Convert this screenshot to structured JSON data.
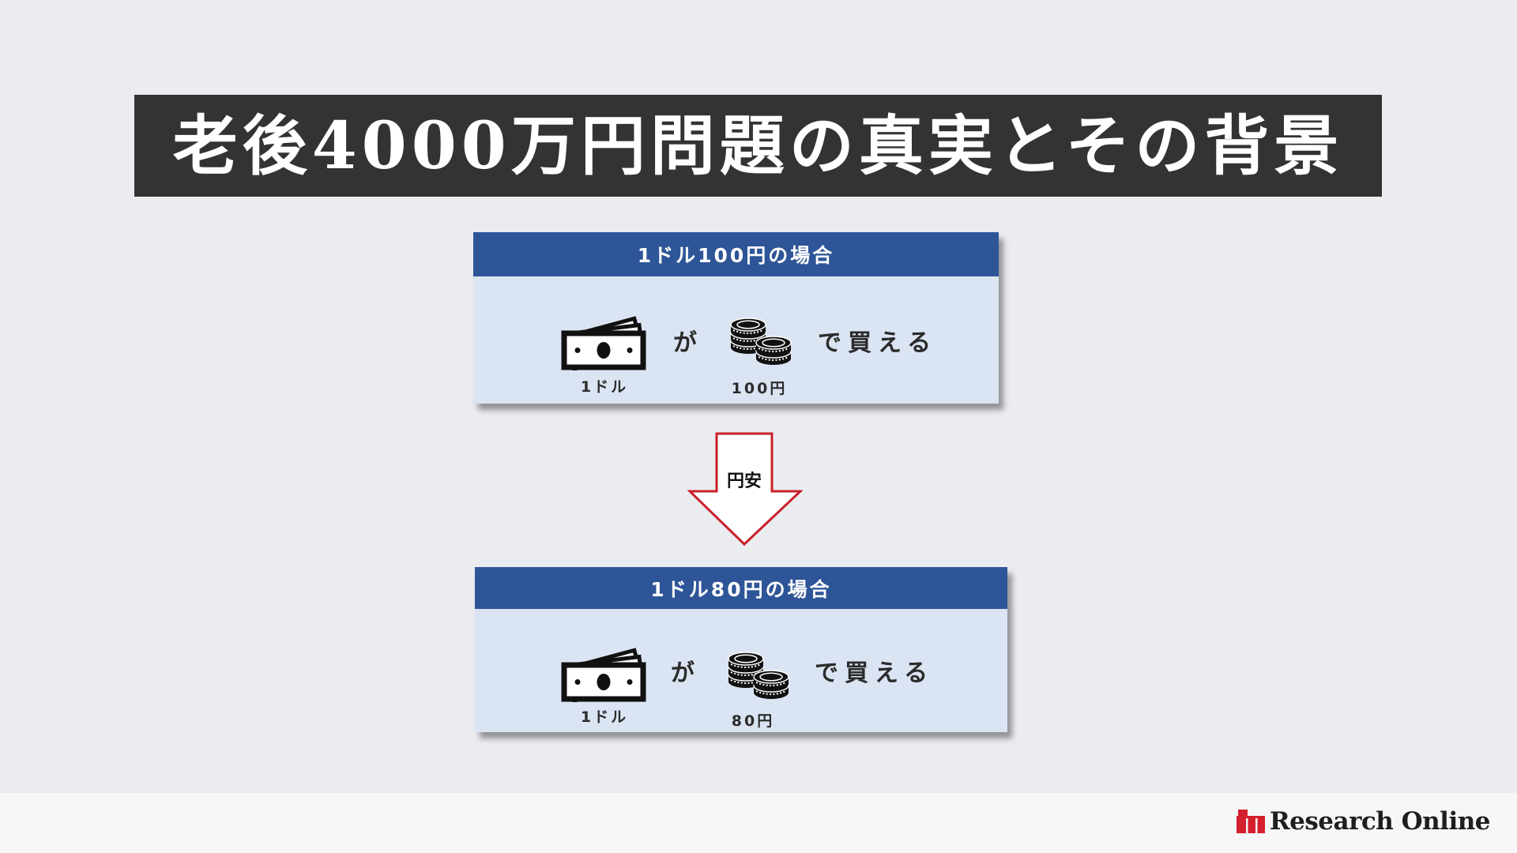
{
  "title": "老後4000万円問題の真実とその背景",
  "cards": [
    {
      "header": "1ドル100円の場合",
      "connector": "が",
      "suffix": "で買える",
      "bill_label": "1ドル",
      "coin_label": "100円"
    },
    {
      "header": "1ドル80円の場合",
      "connector": "が",
      "suffix": "で買える",
      "bill_label": "1ドル",
      "coin_label": "80円"
    }
  ],
  "arrow": {
    "label": "円安",
    "direction": "down"
  },
  "icons": {
    "bill": "dollar-bill-icon",
    "coins": "coin-stack-icon",
    "arrow": "down-arrow-icon",
    "logo": "research-online-logo-icon"
  },
  "colors": {
    "background": "#ebecf0",
    "title_bar": "#333333",
    "card_header": "#2e5597",
    "card_body": "#dbe4f2",
    "arrow_outline": "#c8202a",
    "logo_red": "#d4202c"
  },
  "footer": {
    "brand": "Research Online"
  }
}
